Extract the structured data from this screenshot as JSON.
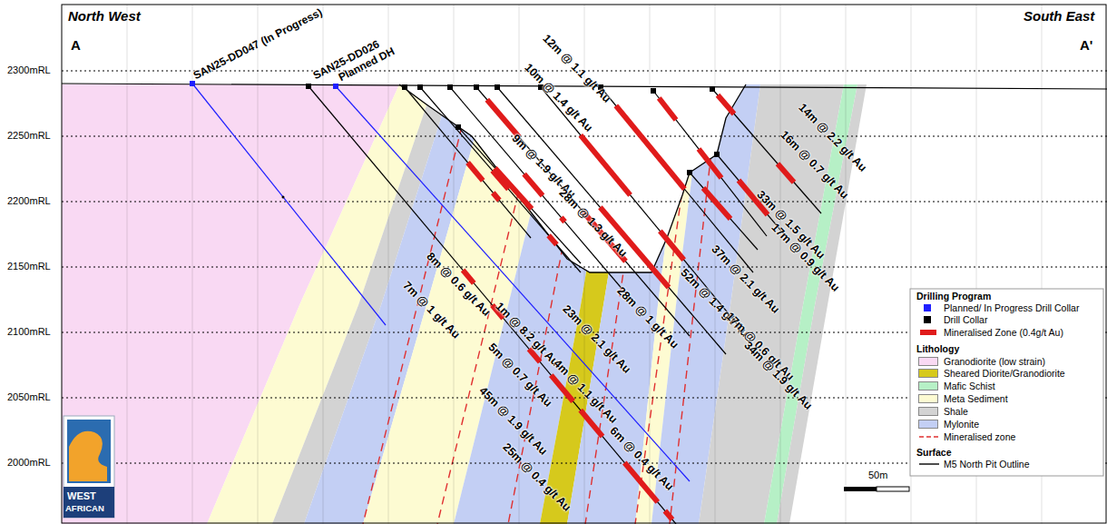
{
  "diagram": {
    "labels": [
      "North West",
      "South East",
      "A",
      "A'",
      "2300mRL",
      "2250mRL",
      "2200mRL",
      "2150mRL",
      "2100mRL",
      "2050mRL",
      "2000mRL",
      "SAN25-DD047 (In Progress)",
      "SAN25-DD026",
      "Planned DH",
      "12m @ 1.1 g/t Au",
      "10m @ 1.4 g/t Au",
      "9m @ 1.9 g/t Au",
      "28m @ 1.3 g/t Au",
      "8m @ 0.6 g/t Au",
      "7m @ 1 g/t Au",
      "1m @ 8.2 g/t Au",
      "5m @ 0.7 g/t Au",
      "45m @ 1.9 g/t Au",
      "25m @ 0.4 g/t Au",
      "4m @ 1.1 g/t Au",
      "6m @ 0.4 g/t Au",
      "23m @ 2.1 g/t Au",
      "28m @ 1 g/t Au",
      "52m @ 1.4 g/t Au",
      "37m @ 2.1 g/t Au",
      "17m @ 0.6 g/t Au",
      "34m @ 1.9 g/t Au",
      "33m @ 1.5 g/t Au",
      "17m @ 0.9 g/t Au",
      "16m @ 0.7 g/t Au",
      "14m @ 2.2 g/t Au",
      "50m",
      "Drilling Program",
      "Lithology",
      "Surface",
      "WEST",
      "AFRICAN"
    ],
    "legend": [
      {
        "text": "Planned/ In Progress Drill Collar",
        "color": "#1f1fff"
      },
      {
        "text": "Drill Collar",
        "color": "#000000"
      },
      {
        "text": "Mineralised Zone (0.4g/t Au)",
        "color": "#e01b1b"
      },
      {
        "text": "Granodiorite (low strain)",
        "color": "#f9d9f3"
      },
      {
        "text": "Sheared Diorite/Granodiorite",
        "color": "#d6c91c"
      },
      {
        "text": "Mafic Schist",
        "color": "#b6f0c6"
      },
      {
        "text": "Meta Sediment",
        "color": "#fdfbd2"
      },
      {
        "text": "Shale",
        "color": "#d3d3d3"
      },
      {
        "text": "Mylonite",
        "color": "#c3cff4"
      },
      {
        "text": "Mineralised zone"
      },
      {
        "text": "M5 North Pit Outline"
      }
    ]
  }
}
